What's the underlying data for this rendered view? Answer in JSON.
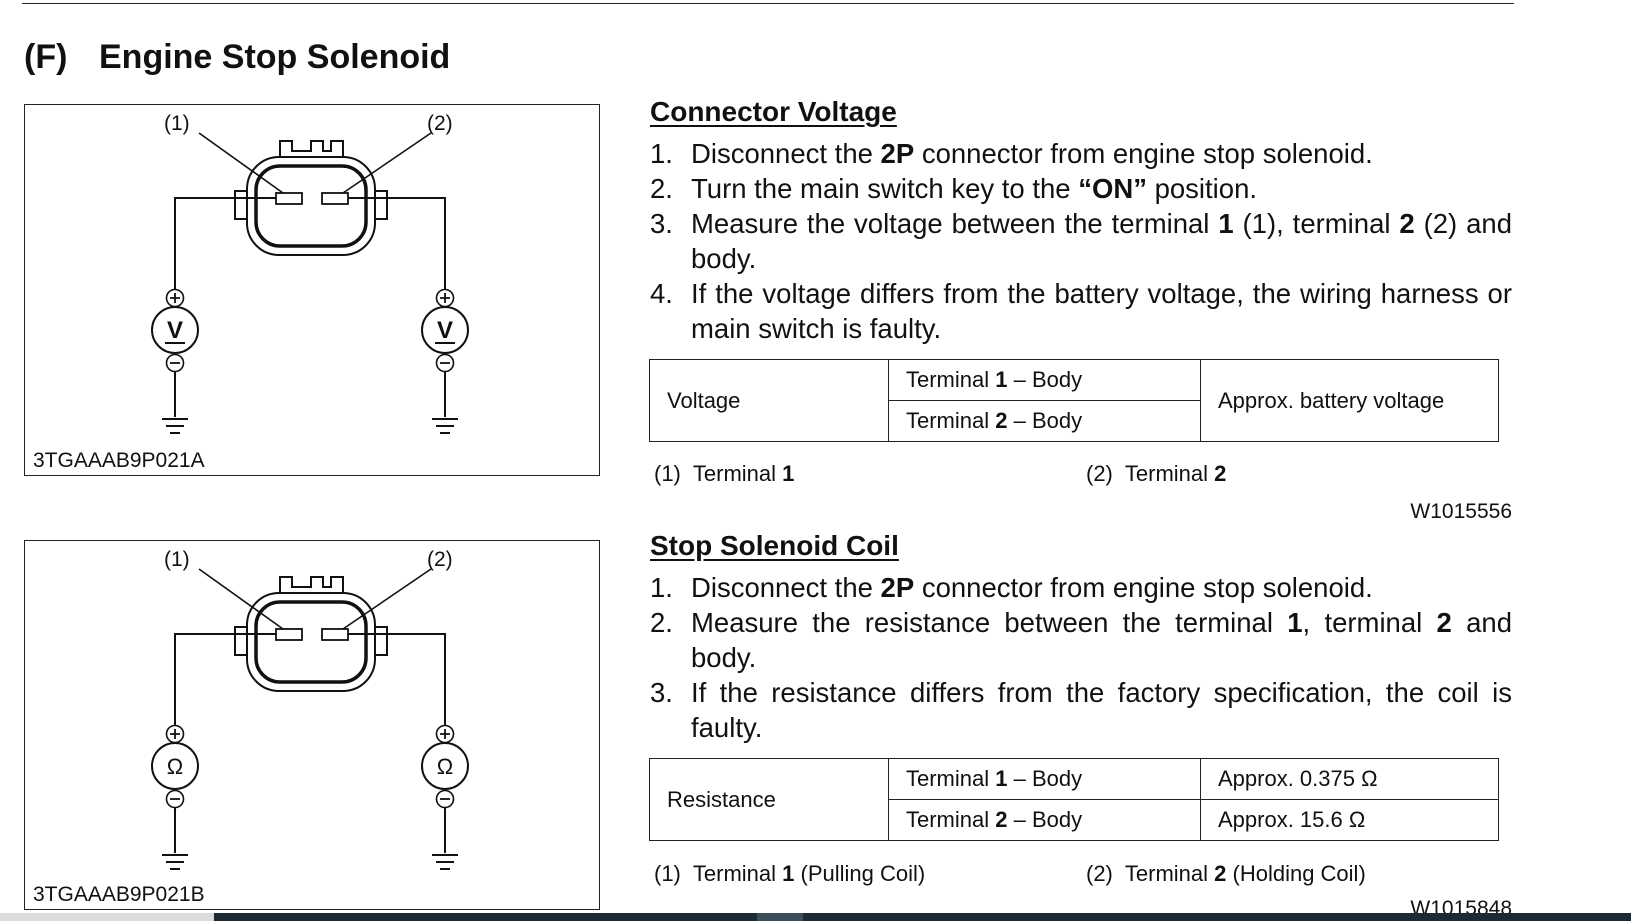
{
  "section": {
    "label": "(F)",
    "title": "Engine Stop Solenoid"
  },
  "figures": [
    {
      "code": "3TGAAAB9P021A",
      "callout_1": "(1)",
      "callout_2": "(2)",
      "meter_symbol": "V",
      "meter_icon": "voltmeter-icon"
    },
    {
      "code": "3TGAAAB9P021B",
      "callout_1": "(1)",
      "callout_2": "(2)",
      "meter_symbol": "Ω",
      "meter_icon": "ohmmeter-icon"
    }
  ],
  "connector_voltage": {
    "title": "Connector Voltage",
    "steps": [
      {
        "num": "1.",
        "parts": [
          "Disconnect the ",
          "2P",
          " connector from engine stop solenoid."
        ]
      },
      {
        "num": "2.",
        "parts": [
          "Turn the main switch key to the ",
          "“ON”",
          " position."
        ]
      },
      {
        "num": "3.",
        "parts": [
          "Measure the voltage between the terminal ",
          "1",
          " (1), terminal ",
          "2",
          " (2) and body."
        ]
      },
      {
        "num": "4.",
        "parts": [
          "If the voltage differs from the battery voltage, the wiring harness or main switch is faulty."
        ]
      }
    ],
    "table": {
      "label": "Voltage",
      "rows": [
        {
          "pre": "Terminal ",
          "bold": "1",
          "post": " – Body"
        },
        {
          "pre": "Terminal ",
          "bold": "2",
          "post": " – Body"
        }
      ],
      "value": "Approx. battery voltage"
    },
    "refs": [
      {
        "num": "(1)",
        "pre": "Terminal ",
        "bold": "1",
        "post": ""
      },
      {
        "num": "(2)",
        "pre": "Terminal ",
        "bold": "2",
        "post": ""
      }
    ],
    "code": "W1015556"
  },
  "stop_solenoid_coil": {
    "title": "Stop Solenoid Coil",
    "steps": [
      {
        "num": "1.",
        "parts": [
          "Disconnect the ",
          "2P",
          " connector from engine stop solenoid."
        ]
      },
      {
        "num": "2.",
        "parts": [
          "Measure the resistance between the terminal ",
          "1",
          ", terminal ",
          "2",
          " and body."
        ]
      },
      {
        "num": "3.",
        "parts": [
          "If the resistance differs from the factory specification, the coil is faulty."
        ]
      }
    ],
    "table": {
      "label": "Resistance",
      "rows": [
        {
          "pre": "Terminal ",
          "bold": "1",
          "post": " – Body",
          "value": "Approx. 0.375 Ω"
        },
        {
          "pre": "Terminal ",
          "bold": "2",
          "post": " – Body",
          "value": "Approx. 15.6 Ω"
        }
      ]
    },
    "refs": [
      {
        "num": "(1)",
        "pre": "Terminal ",
        "bold": "1",
        "post": " (Pulling Coil)"
      },
      {
        "num": "(2)",
        "pre": "Terminal ",
        "bold": "2",
        "post": " (Holding Coil)"
      }
    ],
    "code": "W1015848"
  }
}
